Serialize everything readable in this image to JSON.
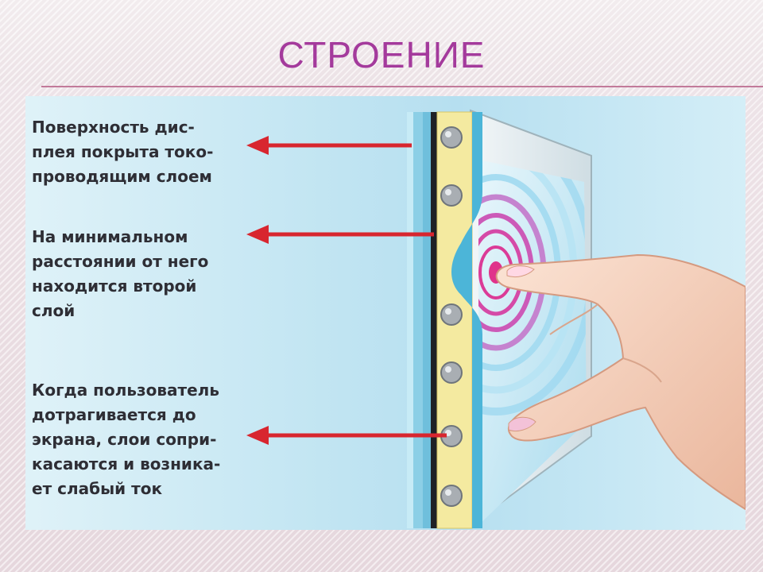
{
  "title": "СТРОЕНИЕ",
  "labels": [
    {
      "text": "Поверхность дис-\nплея покрыта токо-\nпроводящим слоем"
    },
    {
      "text": "На минимальном\nрасстоянии от него\nнаходится второй\nслой"
    },
    {
      "text": "Когда пользователь\nдотрагивается до\nэкрана, слои сопри-\nкасаются и возника-\nет слабый ток"
    }
  ],
  "colors": {
    "title": "#a43a9c",
    "arrow": "#d8262f",
    "label": "#2e2e35",
    "conductive_layer": "#f4eaa0",
    "glass": "#8fd0e6",
    "ripple": "#d25fb6"
  },
  "icons": [
    "red-arrow-icon",
    "screw-icon",
    "finger-hand-icon"
  ]
}
